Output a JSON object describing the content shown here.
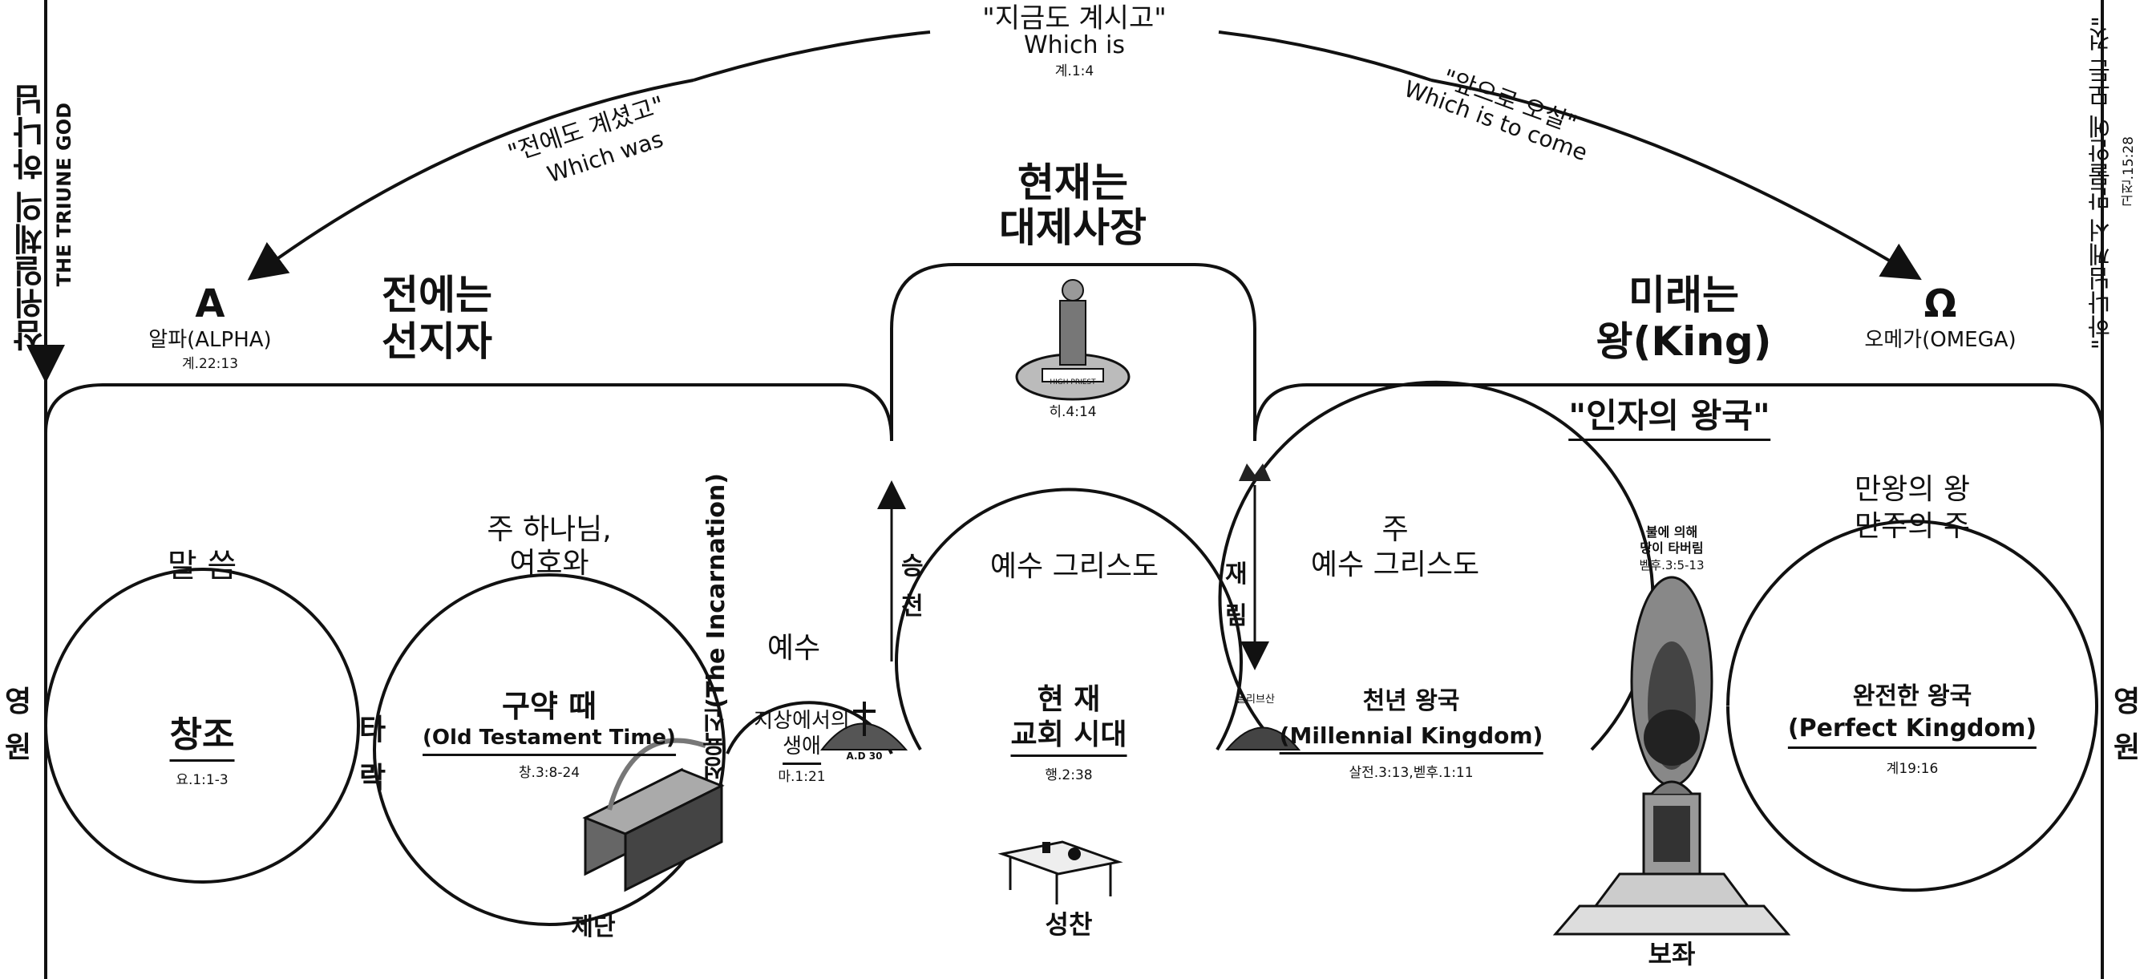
{
  "top_center": {
    "ko": "\"지금도 계시고\"",
    "en": "Which is",
    "ref": "계.1:4"
  },
  "top_left": {
    "ko": "\"전에도 계셨고\"",
    "en": "Which was"
  },
  "top_right": {
    "ko": "\"앞으로 오실\"",
    "en": "Which is to come"
  },
  "left_side": {
    "title": "삼위일체의 하나님",
    "en": "THE TRIUNE GOD"
  },
  "right_side": {
    "title": "\"하나님께서 만물안에 모든 것\"",
    "ref": "고전.15:28"
  },
  "alpha": {
    "symbol": "A",
    "label": "알파(ALPHA)",
    "ref": "계.22:13"
  },
  "omega": {
    "symbol": "Ω",
    "label": "오메가(OMEGA)"
  },
  "prophet": {
    "line1": "전에는",
    "line2": "선지자"
  },
  "priest": {
    "line1": "현재는",
    "line2": "대제사장",
    "ref": "히.4:14"
  },
  "king": {
    "line1": "미래는",
    "line2": "왕(King)"
  },
  "kingdom_son": "\"인자의 왕국\"",
  "eternity_left": {
    "c1": "영",
    "c2": "원"
  },
  "eternity_right": {
    "c1": "영",
    "c2": "원"
  },
  "fall": {
    "c1": "타",
    "c2": "락"
  },
  "incarnation": "성육신(The Incarnation)",
  "ascension": {
    "c1": "승",
    "c2": "천"
  },
  "return": {
    "c1": "재",
    "c2": "림"
  },
  "olivet": "올리브산",
  "cross_label": "A.D 30",
  "eras": [
    {
      "above": "말 씀",
      "name": "창조",
      "ref": "요.1:1-3"
    },
    {
      "above1": "주 하나님,",
      "above2": "여호와",
      "name": "구약 때",
      "en": "(Old Testament Time)",
      "ref": "창.3:8-24",
      "caption": "제단"
    },
    {
      "above": "예수",
      "name1": "지상에서의",
      "name2": "생애",
      "ref": "마.1:21"
    },
    {
      "above": "예수 그리스도",
      "name1": "현    재",
      "name2": "교회 시대",
      "ref": "행.2:38",
      "caption": "성찬"
    },
    {
      "above1": "주",
      "above2": "예수 그리스도",
      "name": "천년 왕국",
      "en": "(Millennial Kingdom)",
      "ref": "살전.3:13,벧후.1:11"
    },
    {
      "above1": "만왕의 왕",
      "above2": "만주의 주",
      "name": "완전한 왕국",
      "en": "(Perfect Kingdom)",
      "ref": "계19:16"
    }
  ],
  "fire": {
    "line1": "불에 의해",
    "line2": "땅이 타버림",
    "ref": "벧후.3:5-13"
  },
  "throne_caption": "보좌",
  "priest_banner": "HIGH PRIEST"
}
